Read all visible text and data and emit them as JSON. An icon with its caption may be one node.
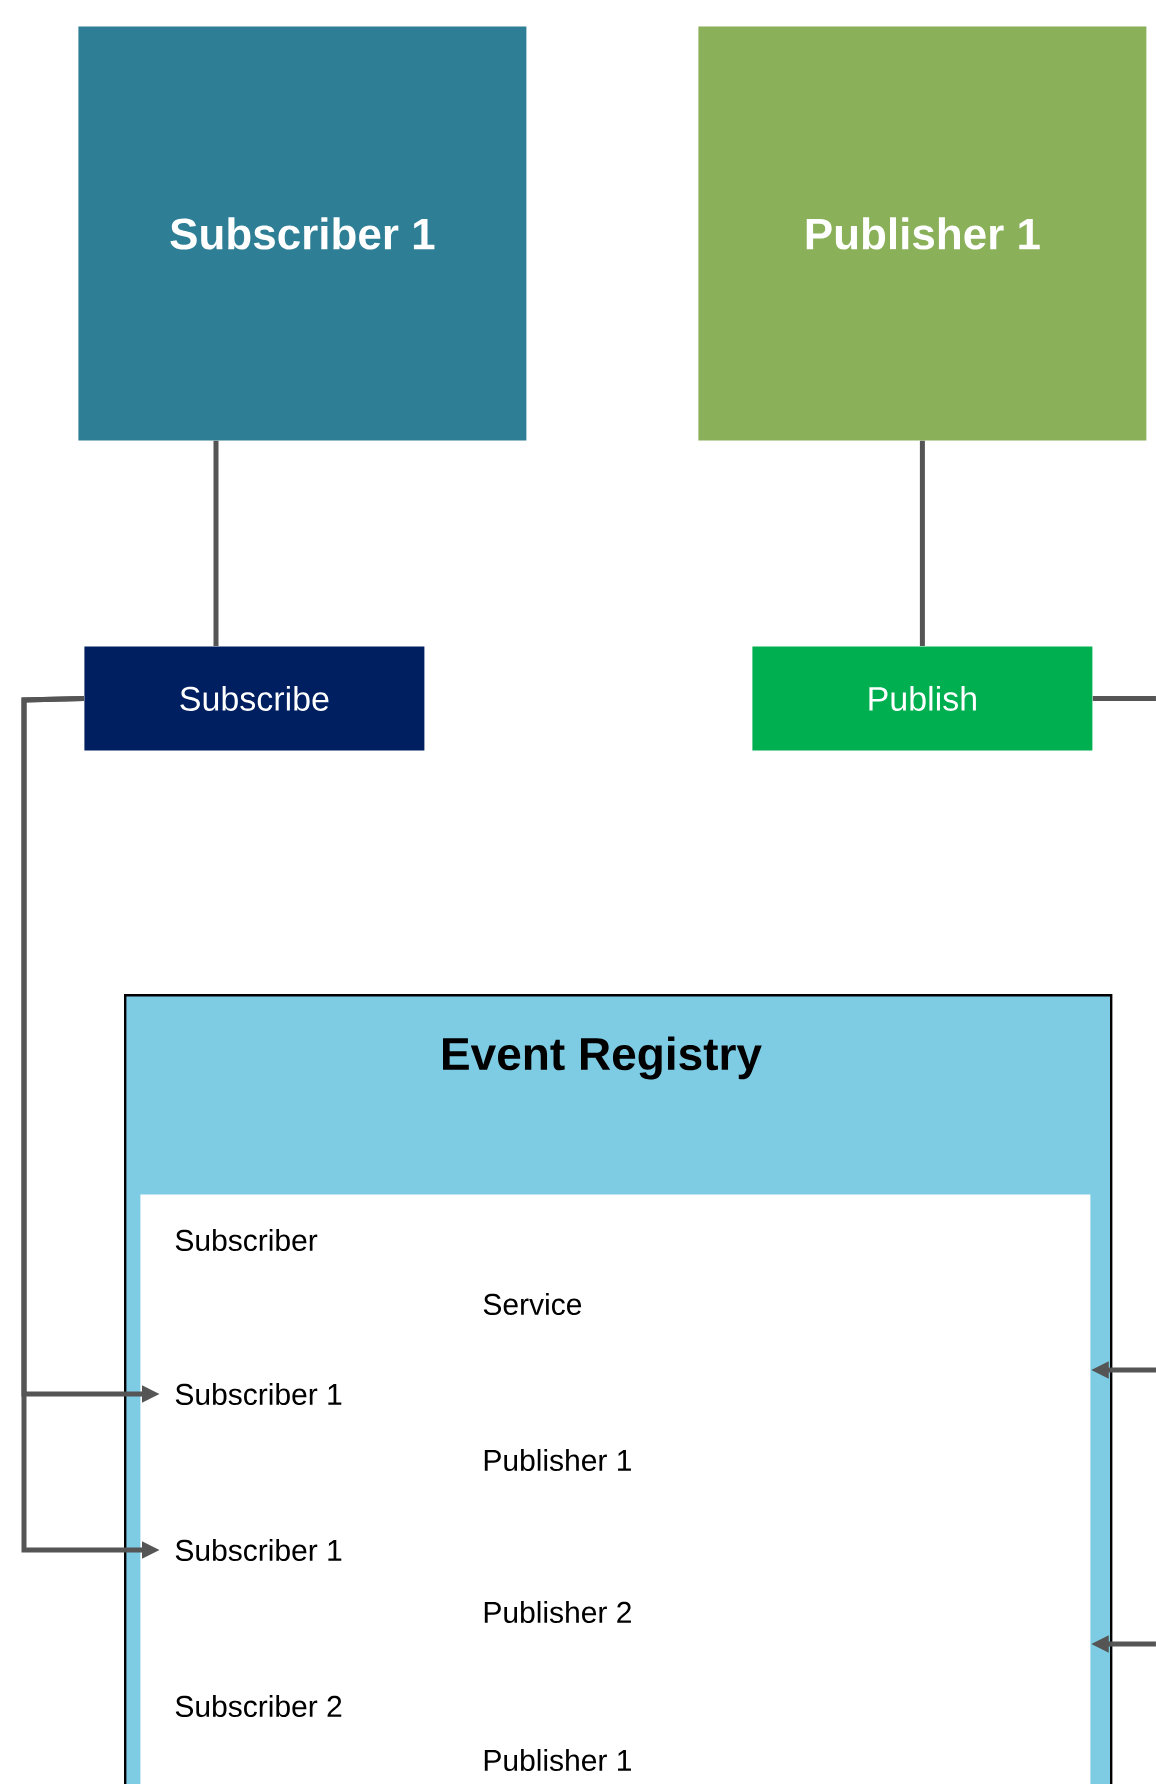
{
  "diagram": {
    "nodes": [
      {
        "text": [
          "Subscriber 1"
        ]
      },
      {
        "text": [
          "Publisher 1"
        ]
      },
      {
        "text": [
          "Subscribe"
        ]
      },
      {
        "text": [
          "Publish"
        ]
      },
      {
        "text": [
          "Event Registry"
        ]
      },
      {
        "text": [],
        "shape": "box",
        "in": 4
      },
      {
        "text": [
          "Subscriber"
        ],
        "in": 5
      },
      {
        "text": [
          "Service"
        ],
        "in": 5
      },
      {
        "text": [
          "Subscriber 1"
        ],
        "in": 5
      },
      {
        "text": [
          "Publisher 1"
        ],
        "in": 5
      },
      {
        "text": [
          "Subscriber 1"
        ],
        "in": 5
      },
      {
        "text": [
          "Publisher 2"
        ],
        "in": 5
      },
      {
        "text": [
          "Subscriber 2"
        ],
        "in": 5
      },
      {
        "text": [
          "Publisher 1"
        ],
        "in": 5
      }
    ],
    "edges": [
      {
        "from": 0,
        "to": 2,
        "arrow": "none"
      },
      {
        "from": 1,
        "to": 3,
        "arrow": "none"
      },
      {
        "from": 2,
        "to": 8,
        "arrow": "to"
      },
      {
        "from": 2,
        "to": 10,
        "arrow": "to"
      },
      {
        "from": 3,
        "to": null,
        "arrow": "none"
      },
      {
        "from": null,
        "to": 5,
        "arrow": "to"
      },
      {
        "from": null,
        "to": 5,
        "arrow": "to"
      }
    ]
  }
}
